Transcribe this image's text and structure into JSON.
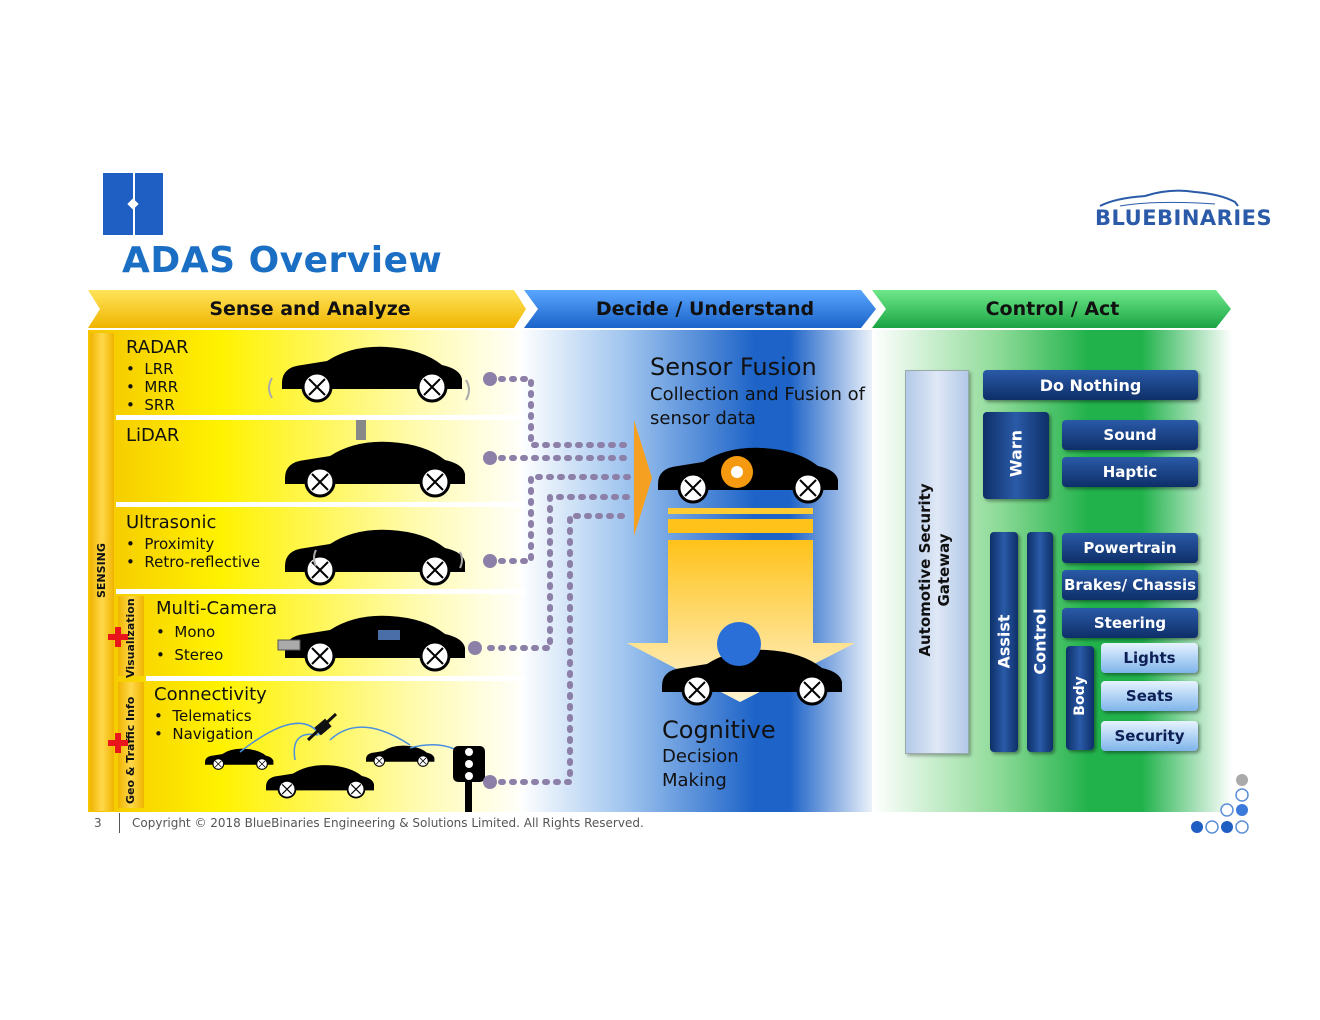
{
  "title": "ADAS Overview",
  "logo": {
    "text": "BLUEBINARIES"
  },
  "phases": [
    "Sense and Analyze",
    "Decide / Understand",
    "Control / Act"
  ],
  "sensing": {
    "group_label": "SENSING",
    "visualization_label": "Visualization",
    "geo_label": "Geo & Traffic Info",
    "sections": [
      {
        "name": "RADAR",
        "bullets": [
          "LRR",
          "MRR",
          "SRR"
        ]
      },
      {
        "name": "LiDAR",
        "bullets": []
      },
      {
        "name": "Ultrasonic",
        "bullets": [
          "Proximity",
          "Retro-reflective"
        ]
      },
      {
        "name": "Multi-Camera",
        "bullets": [
          "Mono",
          "Stereo"
        ]
      },
      {
        "name": "Connectivity",
        "bullets": [
          "Telematics",
          "Navigation"
        ]
      }
    ]
  },
  "decide": {
    "fusion_title": "Sensor Fusion",
    "fusion_desc_1": "Collection and Fusion of",
    "fusion_desc_2": "sensor data",
    "cognitive_title": "Cognitive",
    "cognitive_desc_1": "Decision",
    "cognitive_desc_2": "Making"
  },
  "control": {
    "gateway_1": "Automotive Security",
    "gateway_2": "Gateway",
    "do_nothing": "Do Nothing",
    "warn": "Warn",
    "sound": "Sound",
    "haptic": "Haptic",
    "assist": "Assist",
    "control": "Control",
    "body": "Body",
    "powertrain": "Powertrain",
    "brakes": "Brakes/ Chassis",
    "steering": "Steering",
    "lights": "Lights",
    "seats": "Seats",
    "security": "Security"
  },
  "footer": {
    "page": "3",
    "copyright": "Copyright © 2018 BlueBinaries Engineering & Solutions Limited. All Rights Reserved."
  },
  "colors": {
    "accent": "#1a6fc4",
    "sense": "#f5c400",
    "decide": "#1f6fd1",
    "act": "#22b24c",
    "dots": "#8c7fa8"
  }
}
